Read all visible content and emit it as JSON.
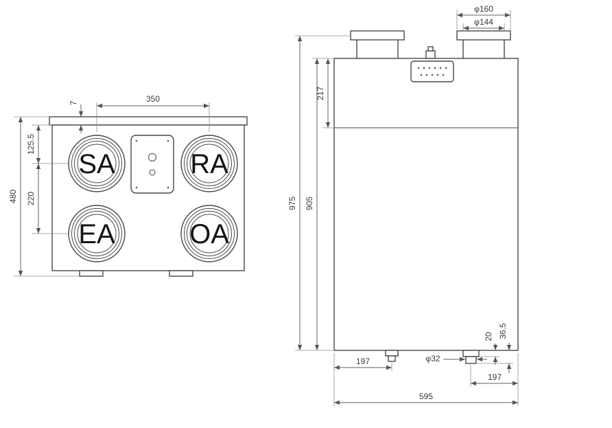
{
  "drawing": {
    "views": {
      "top": {
        "ports": [
          {
            "id": "sa",
            "label": "SA"
          },
          {
            "id": "ra",
            "label": "RA"
          },
          {
            "id": "ea",
            "label": "EA"
          },
          {
            "id": "oa",
            "label": "OA"
          }
        ],
        "dims": {
          "port_spacing_h": "350",
          "edge_offset": "7",
          "port_center_offset": "125.5",
          "port_spacing_v": "220",
          "depth": "480"
        }
      },
      "front": {
        "dims": {
          "spigot_outer_dia": "φ160",
          "spigot_inner_dia": "φ144",
          "top_section_height": "217",
          "total_height": "975",
          "body_height": "905",
          "drain_left_offset": "197",
          "drain_dia": "φ32",
          "drain_flange_height": "20",
          "drain_length": "36.5",
          "drain_right_offset": "197",
          "width": "595"
        }
      }
    }
  }
}
